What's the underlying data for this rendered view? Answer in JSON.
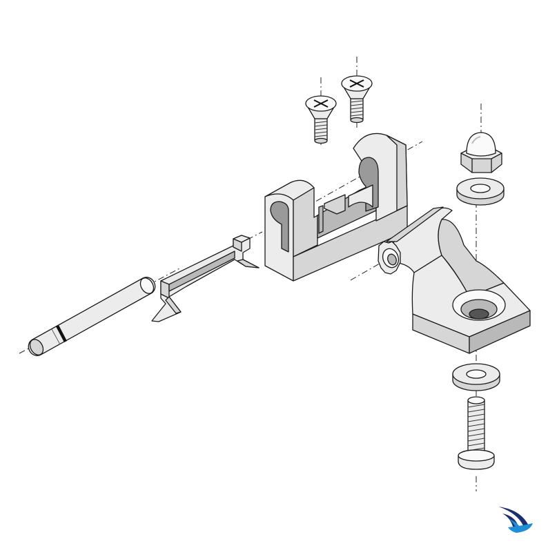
{
  "colors": {
    "background": "#ffffff",
    "part_fill_light": "#ececec",
    "part_fill_mid": "#d6d6d6",
    "part_fill_dark": "#b9b9b9",
    "outline": "#1a1a1a",
    "logo_dark": "#1c2f6e",
    "logo_light": "#1e8fd6"
  },
  "parts": [
    "pin",
    "release-arm",
    "clamp-block",
    "countersunk-screw",
    "countersunk-screw",
    "dome-nut",
    "washer",
    "swivel-base",
    "washer",
    "bolt"
  ],
  "icons": [
    "brand-logo-icon"
  ]
}
